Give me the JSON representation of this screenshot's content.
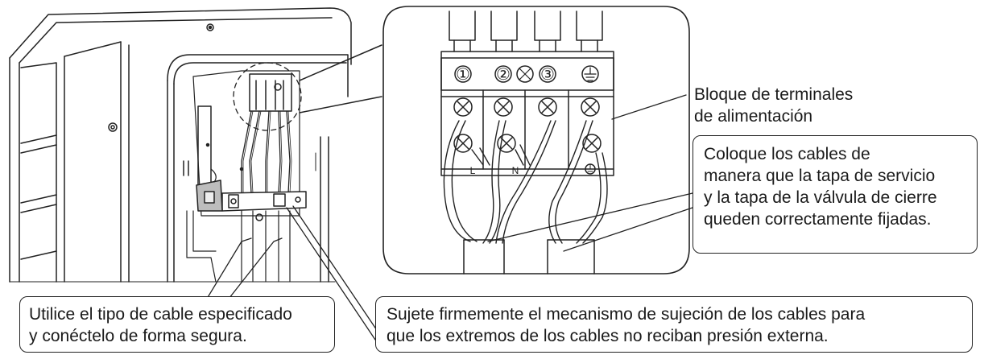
{
  "terminal_labels": {
    "t1": "①",
    "t2": "②",
    "t3": "③",
    "bottom_L": "L",
    "bottom_N": "N"
  },
  "callouts": {
    "terminal_block": {
      "line1": "Bloque de terminales",
      "line2": "de alimentación"
    },
    "cable_placement": {
      "line1": "Coloque los cables de",
      "line2": "manera que la tapa de servicio",
      "line3": "y la tapa de la válvula de cierre",
      "line4": "queden correctamente fijadas."
    },
    "cable_type": {
      "line1": "Utilice el tipo de cable especificado",
      "line2": "y conéctelo de forma segura."
    },
    "cable_clamp": {
      "line1": "Sujete firmemente el mecanismo de sujeción de los cables para",
      "line2": "que los extremos de los cables no reciban presión externa."
    }
  }
}
